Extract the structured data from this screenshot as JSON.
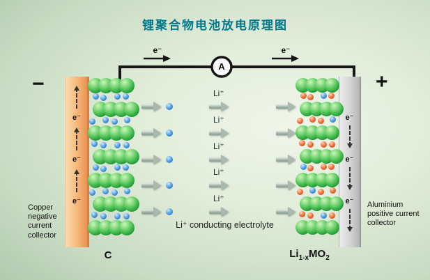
{
  "title": "锂聚合物电池放电原理图",
  "circuit": {
    "ammeter_label": "A",
    "electron_left": "e⁻",
    "electron_right": "e⁻"
  },
  "terminals": {
    "negative": "−",
    "positive": "+"
  },
  "collectors": {
    "left": {
      "label": "Copper negative current collector",
      "electrons": [
        "e⁻",
        "e⁻",
        "e⁻"
      ]
    },
    "right": {
      "label": "Aluminium positive current collector",
      "electrons": [
        "e⁻",
        "e⁻",
        "e⁻"
      ]
    }
  },
  "electrolyte": {
    "ion_labels": [
      "Li⁺",
      "Li⁺",
      "Li⁺",
      "Li⁺",
      "Li⁺"
    ],
    "caption": "Li⁺ conducting electrolyte"
  },
  "electrodes": {
    "left_formula": "C",
    "right_formula": {
      "p1": "Li",
      "s1": "1-x",
      "p2": "MO",
      "s2": "2"
    }
  },
  "colors": {
    "title_teal": "#00798c",
    "copper_collector": "#f2a264",
    "aluminium_collector": "#c9c9c9",
    "graphite_sphere_green": "#3cb54a",
    "lithium_ion_blue": "#2b7fd0",
    "metal_ion_red": "#e8512a",
    "wire_black": "#161616"
  }
}
